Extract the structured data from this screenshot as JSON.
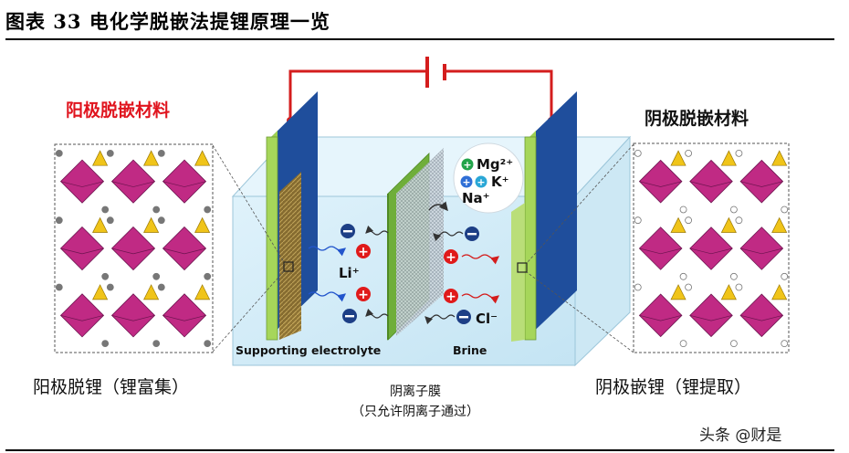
{
  "figure": {
    "title": "图表 33 电化学脱嵌法提锂原理一览"
  },
  "left_panel": {
    "heading": "阳极脱嵌材料",
    "caption": "阳极脱锂（锂富集）"
  },
  "right_panel": {
    "heading": "阴极脱嵌材料",
    "caption": "阴极嵌锂（锂提取）"
  },
  "cell": {
    "left_chamber_label": "Supporting electrolyte",
    "right_chamber_label": "Brine",
    "ion_li": "Li⁺",
    "ion_cl": "Cl⁻",
    "ion_mg": "Mg²⁺",
    "ion_k": "K⁺",
    "ion_na": "Na⁺"
  },
  "membrane": {
    "label": "阴离子膜",
    "note": "（只允许阴离子通过）"
  },
  "watermark": "头条 @财是",
  "colors": {
    "wire": "#d41d1d",
    "heading_accent": "#e0141e",
    "electrode_green": "#9ed050",
    "electrode_blue": "#1f4e9c",
    "octahedron": "#c02a84",
    "tetrahedron": "#f0c419"
  }
}
